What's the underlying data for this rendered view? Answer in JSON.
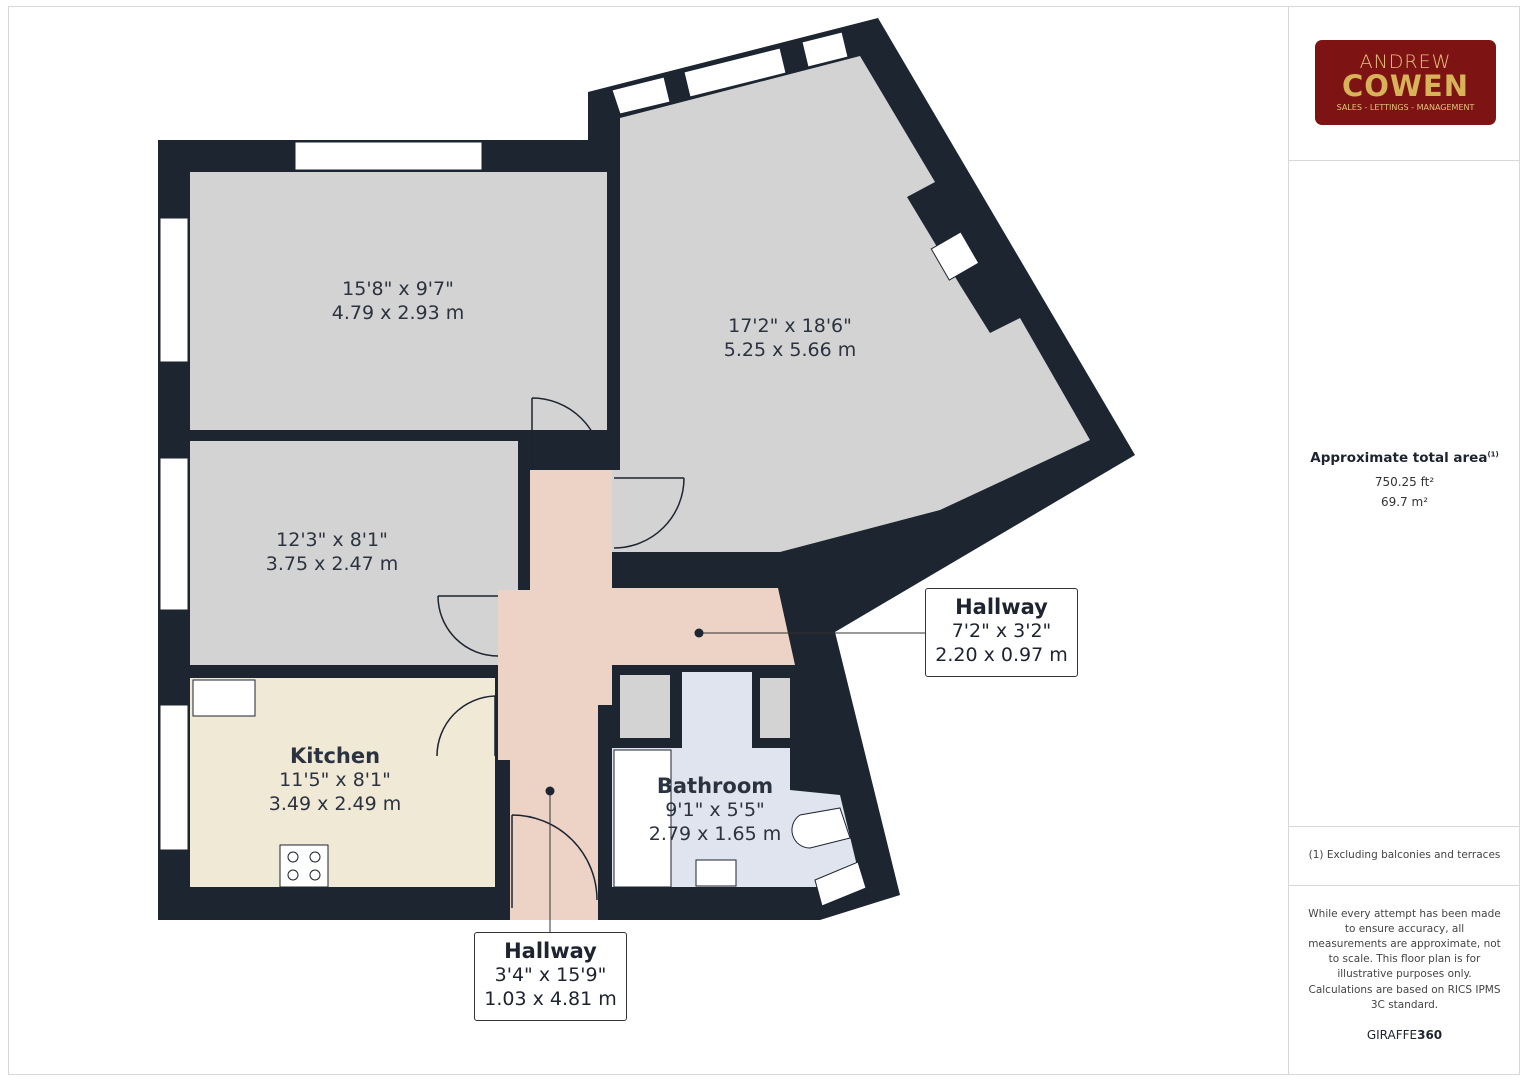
{
  "logo": {
    "line1": "ANDREW",
    "line2": "COWEN",
    "tagline": "SALES - LETTINGS - MANAGEMENT",
    "color": "#7d1413"
  },
  "summary": {
    "title": "Approximate total area",
    "footnote_mark": "(1)",
    "area_ft": "750.25 ft²",
    "area_m": "69.7 m²"
  },
  "footnote": "(1) Excluding balconies and terraces",
  "disclaimer": "While every attempt has been made to ensure accuracy, all measurements are approximate, not to scale. This floor plan is for illustrative purposes only.",
  "calculation_note": "Calculations are based on RICS IPMS 3C standard.",
  "brand": {
    "prefix": "GIRAFFE",
    "suffix": "360"
  },
  "rooms": [
    {
      "name": "",
      "imperial": "15'8\" x 9'7\"",
      "metric": "4.79 x 2.93 m"
    },
    {
      "name": "",
      "imperial": "17'2\" x 18'6\"",
      "metric": "5.25 x 5.66 m"
    },
    {
      "name": "",
      "imperial": "12'3\" x 8'1\"",
      "metric": "3.75 x 2.47 m"
    },
    {
      "name": "Kitchen",
      "imperial": "11'5\" x 8'1\"",
      "metric": "3.49 x 2.49 m"
    },
    {
      "name": "Bathroom",
      "imperial": "9'1\" x 5'5\"",
      "metric": "2.79 x 1.65 m"
    },
    {
      "name": "Hallway",
      "imperial": "7'2\" x 3'2\"",
      "metric": "2.20 x 0.97 m"
    },
    {
      "name": "Hallway",
      "imperial": "3'4\" x 15'9\"",
      "metric": "1.03 x 4.81 m"
    }
  ],
  "colors": {
    "wall": "#1c2530",
    "room": "#d3d3d3",
    "hallway": "#ecd3c5",
    "kitchen": "#f0e9d6",
    "bathroom": "#dfe4ee"
  }
}
